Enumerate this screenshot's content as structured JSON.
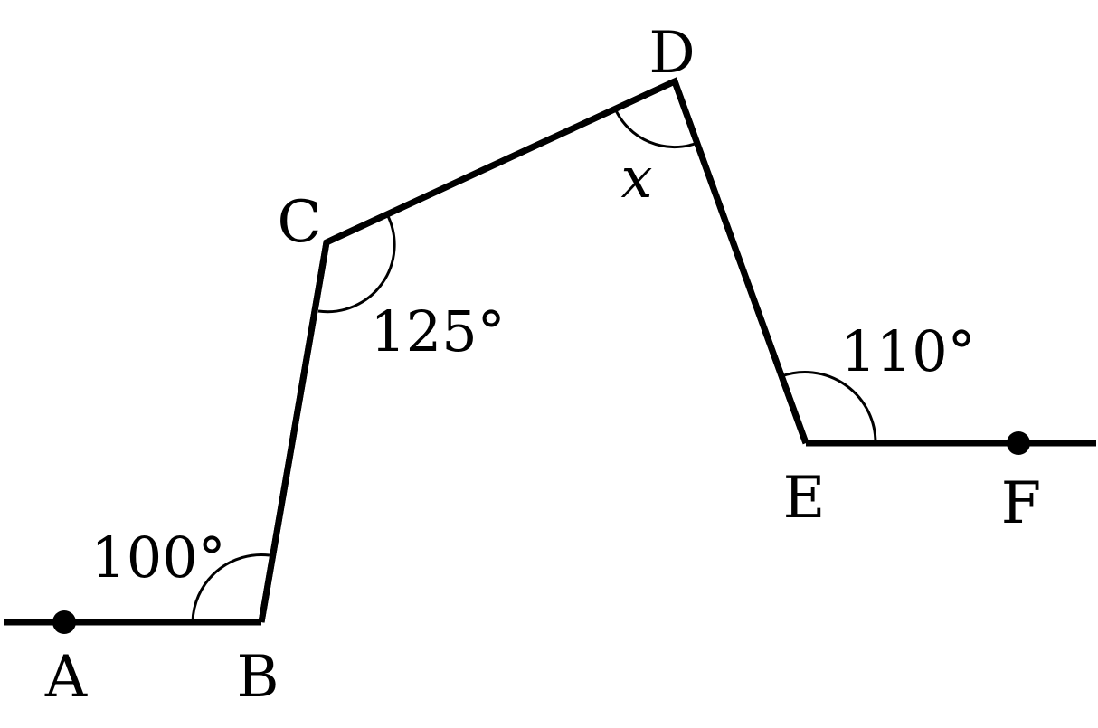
{
  "figure": {
    "stroke_color": "#000000",
    "background": "#ffffff",
    "points": {
      "A": "A",
      "B": "B",
      "C": "C",
      "D": "D",
      "E": "E",
      "F": "F"
    },
    "angles": {
      "B": "100°",
      "C": "125°",
      "D": "x",
      "E": "110°"
    }
  }
}
